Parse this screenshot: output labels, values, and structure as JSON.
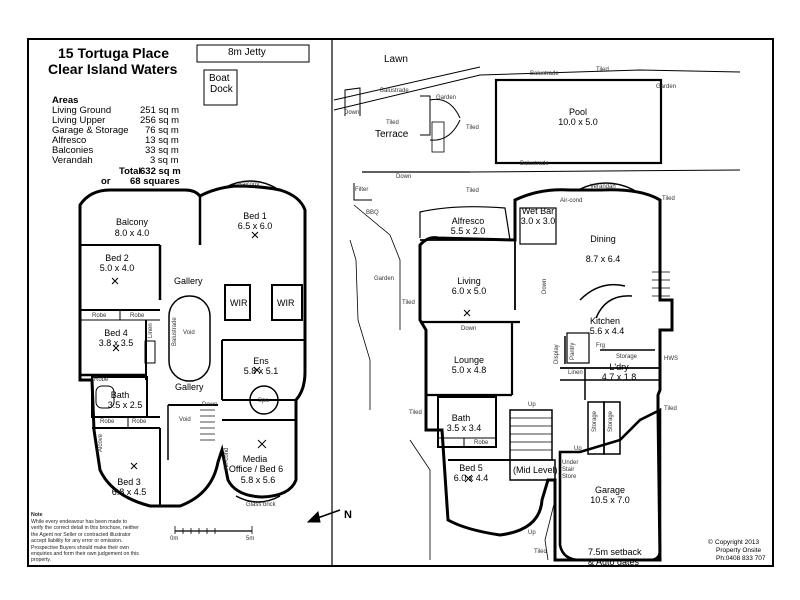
{
  "header": {
    "address_line1": "15 Tortuga Place",
    "address_line2": "Clear Island Waters"
  },
  "areas": {
    "heading": "Areas",
    "rows": [
      {
        "name": "Living Ground",
        "value": "251 sq m"
      },
      {
        "name": "Living Upper",
        "value": "256 sq m"
      },
      {
        "name": "Garage & Storage",
        "value": "76 sq m"
      },
      {
        "name": "Alfresco",
        "value": "13 sq m"
      },
      {
        "name": "Balconies",
        "value": "33 sq m"
      },
      {
        "name": "Verandah",
        "value": "3 sq m"
      }
    ],
    "total_label": "Total",
    "total_value": "632 sq m",
    "or_label": "or",
    "squares_value": "68 squares"
  },
  "upper": {
    "balcony_top": "Balcony",
    "balcony_name": "Balcony",
    "balcony_dim": "8.0 x 4.0",
    "bed1_name": "Bed 1",
    "bed1_dim": "6.5 x 6.0",
    "bed2_name": "Bed 2",
    "bed2_dim": "5.0 x 4.0",
    "gallery1": "Gallery",
    "gallery2": "Gallery",
    "robe1": "Robe",
    "robe2": "Robe",
    "robe3": "Robe",
    "robe4": "Robe",
    "robe5": "Robe",
    "linen": "Linen",
    "bed4_name": "Bed 4",
    "bed4_dim": "3.8 x 3.5",
    "void1": "Void",
    "void2": "Void",
    "wir1": "WIR",
    "wir2": "WIR",
    "ens_name": "Ens",
    "ens_dim": "5.8 x 5.1",
    "spa": "Spa",
    "bath_name": "Bath",
    "bath_dim": "3.5 x 2.5",
    "bed3_name": "Bed 3",
    "bed3_dim": "6.8 x 4.5",
    "media_name": "Media",
    "media_line2": "Office / Bed 6",
    "media_dim": "5.8 x 5.6",
    "down": "Down",
    "aircond": "Air-cond",
    "alcove": "Alcove",
    "glass_brick": "Glass brick",
    "balustrade": "Balustrade"
  },
  "outside": {
    "jetty": "8m Jetty",
    "boat_dock1": "Boat",
    "boat_dock2": "Dock",
    "lawn": "Lawn",
    "balustrade": "Balustrade",
    "tiled": "Tiled",
    "garden": "Garden",
    "down": "Down",
    "terrace": "Terrace",
    "pool_name": "Pool",
    "pool_dim": "10.0 x 5.0",
    "filter": "Filter",
    "bbq": "BBQ",
    "setback1": "7.5m setback",
    "setback2": "& Auto gates"
  },
  "ground": {
    "verandah": "Verandah",
    "alfresco_name": "Alfresco",
    "alfresco_dim": "5.5 x 2.0",
    "wetbar_name": "Wet Bar",
    "wetbar_dim": "3.0 x 3.0",
    "dining_name": "Dining",
    "dining_dim": "8.7 x 6.4",
    "living_name": "Living",
    "living_dim": "6.0 x 5.0",
    "kitchen_name": "Kitchen",
    "kitchen_dim": "5.6 x 4.4",
    "lounge_name": "Lounge",
    "lounge_dim": "5.0 x 4.8",
    "pantry": "Pantry",
    "frg": "Frg",
    "storage": "Storage",
    "linen": "Linen",
    "ldry_name": "L'dry",
    "ldry_dim": "4.7 x 1.8",
    "hws": "HWS",
    "bath_name": "Bath",
    "bath_dim": "3.5 x 3.4",
    "robe": "Robe",
    "bed5_name": "Bed 5",
    "bed5_dim": "6.0 x 4.4",
    "mid_level": "(Mid Level)",
    "up": "Up",
    "under_stair": "Under Stair Store",
    "garage_name": "Garage",
    "garage_dim": "10.5 x 7.0",
    "display": "Display",
    "aircond": "Air-cond",
    "tiled": "Tiled",
    "down": "Down"
  },
  "scale": {
    "start": "0m",
    "end": "5m"
  },
  "north": "N",
  "note": {
    "heading": "Note",
    "text": "While every endeavour has been made to verify the correct detail in this brochure, neither the Agent nor Seller or contracted illustrator accept liability for any error or omission. Prospective Buyers should make their own enquiries and form their own judgement on this property."
  },
  "copyright": {
    "line1": "Copyright 2013",
    "line2": "Property Onsite",
    "line3": "Ph:0408 833 707"
  }
}
